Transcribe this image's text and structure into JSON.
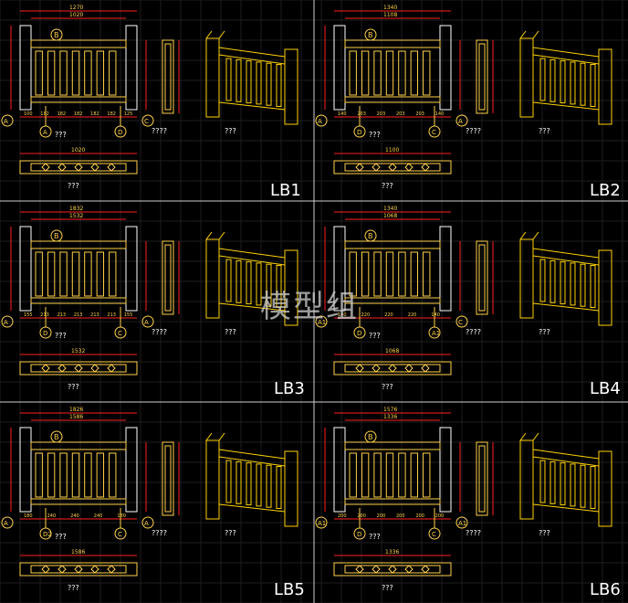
{
  "watermark": "模型组",
  "colors": {
    "bg": "#000000",
    "grid": "#1e1e1e",
    "line": "#ffffff",
    "dim": "#ff2020",
    "text": "#ffd24a",
    "accent": "#ffd200"
  },
  "panels": [
    {
      "label": "LB1",
      "markers": [
        "B",
        "A",
        "A",
        "D",
        "C"
      ],
      "texts": [
        "???",
        "????",
        "???",
        "???"
      ],
      "dims_top": [
        "1270",
        "1020"
      ],
      "dims_bottom": [
        "100",
        "182",
        "182",
        "182",
        "182",
        "182",
        "125"
      ],
      "plan_dims": [
        "1020"
      ]
    },
    {
      "label": "LB2",
      "markers": [
        "B",
        "A",
        "D",
        "C",
        "A"
      ],
      "texts": [
        "???",
        "????",
        "???",
        "???"
      ],
      "dims_top": [
        "1340",
        "1108"
      ],
      "dims_bottom": [
        "140",
        "203",
        "203",
        "203",
        "203",
        "140"
      ],
      "plan_dims": [
        "1100"
      ]
    },
    {
      "label": "LB3",
      "markers": [
        "B",
        "A",
        "D",
        "C",
        "A"
      ],
      "texts": [
        "???",
        "????",
        "???",
        "???"
      ],
      "dims_top": [
        "1832",
        "1532"
      ],
      "dims_bottom": [
        "155",
        "213",
        "213",
        "213",
        "213",
        "213",
        "155"
      ],
      "plan_dims": [
        "1532"
      ]
    },
    {
      "label": "LB4",
      "markers": [
        "B",
        "A1",
        "D",
        "A1",
        "C"
      ],
      "texts": [
        "???",
        "????",
        "???",
        "???"
      ],
      "dims_top": [
        "1340",
        "1068"
      ],
      "dims_bottom": [
        "140",
        "220",
        "220",
        "220",
        "140"
      ],
      "plan_dims": [
        "1068"
      ]
    },
    {
      "label": "LB5",
      "markers": [
        "B",
        "A",
        "D2",
        "C",
        "A"
      ],
      "texts": [
        "???",
        "????",
        "???",
        "???"
      ],
      "dims_top": [
        "1826",
        "1586"
      ],
      "dims_bottom": [
        "180",
        "240",
        "240",
        "240",
        "180"
      ],
      "plan_dims": [
        "1586"
      ]
    },
    {
      "label": "LB6",
      "markers": [
        "B",
        "A1",
        "D",
        "C",
        "A1"
      ],
      "texts": [
        "???",
        "????",
        "???",
        "???"
      ],
      "dims_top": [
        "1576",
        "1336"
      ],
      "dims_bottom": [
        "200",
        "200",
        "200",
        "200",
        "200",
        "200"
      ],
      "plan_dims": [
        "1336"
      ]
    }
  ]
}
